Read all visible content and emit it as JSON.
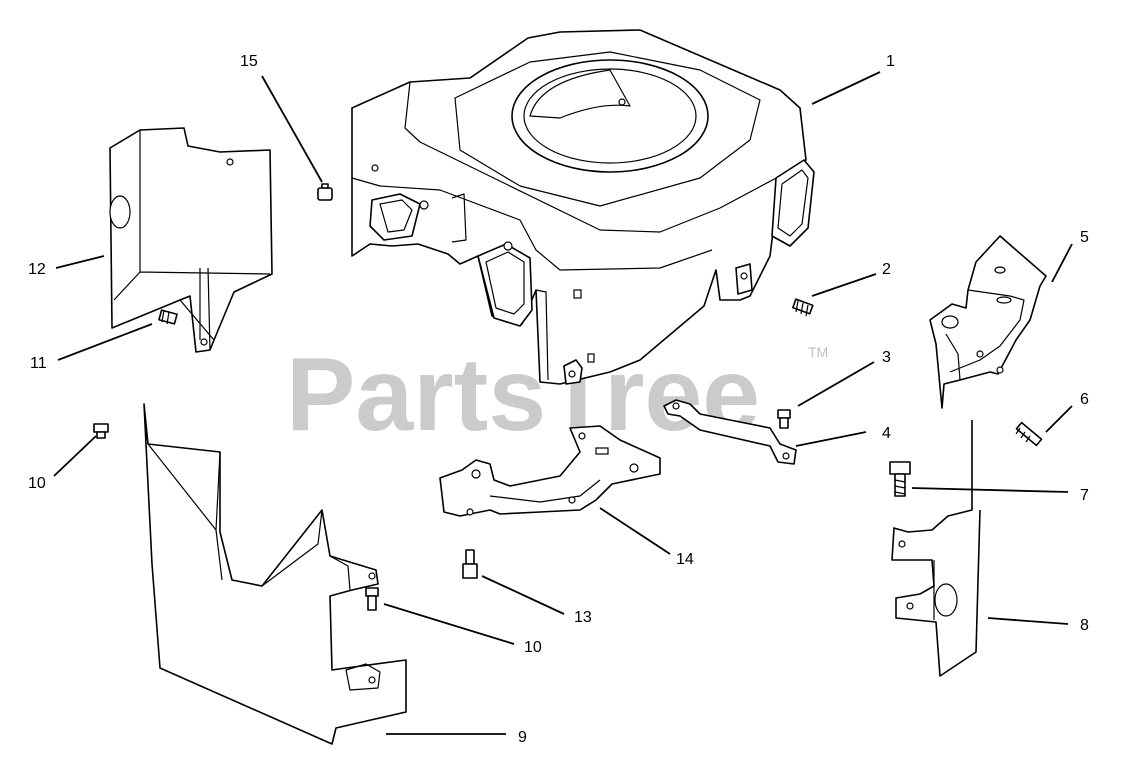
{
  "watermark": {
    "text": "PartsTree",
    "trademark": "TM"
  },
  "callouts": [
    "1",
    "2",
    "3",
    "4",
    "5",
    "6",
    "7",
    "8",
    "9",
    "10",
    "10",
    "11",
    "12",
    "13",
    "14",
    "15"
  ]
}
